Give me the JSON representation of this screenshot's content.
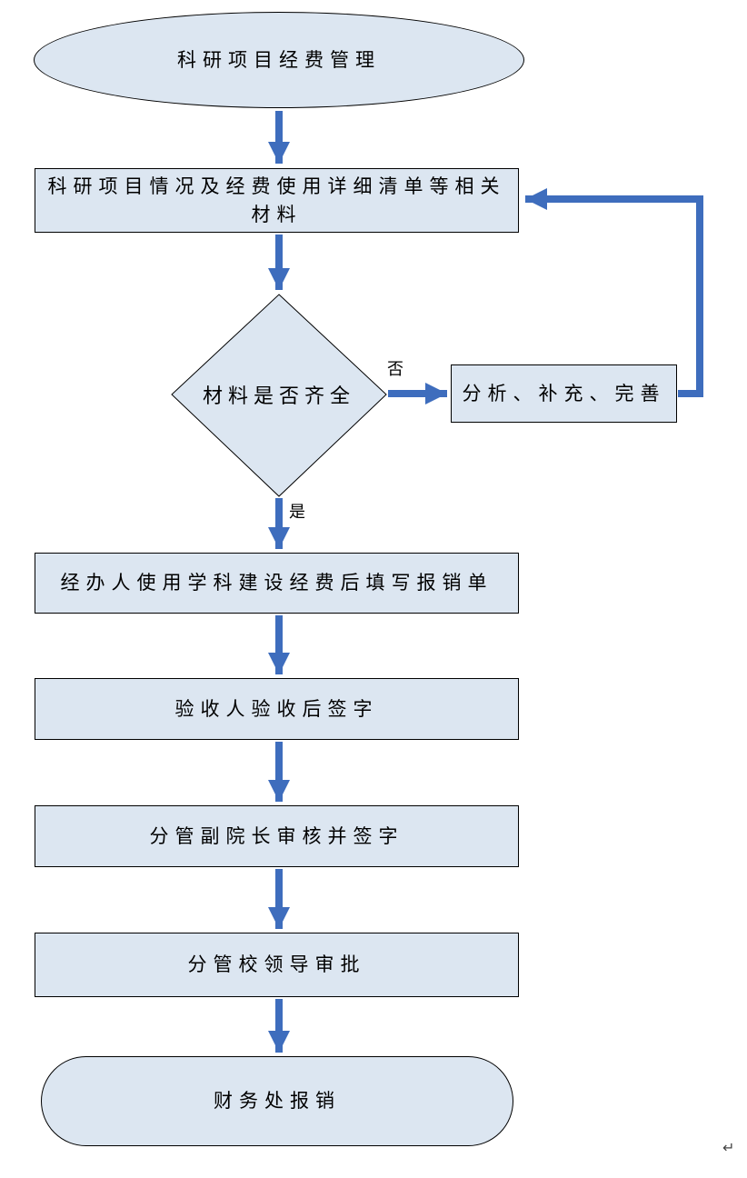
{
  "nodes": {
    "start": {
      "type": "ellipse",
      "label": "科研项目经费管理"
    },
    "materials": {
      "type": "process",
      "label": "科研项目情况及经费使用详细清单等相关材料"
    },
    "decision": {
      "type": "decision",
      "label": "材料是否齐全"
    },
    "fix": {
      "type": "process",
      "label": "分析、补充、完善"
    },
    "fill_form": {
      "type": "process",
      "label": "经办人使用学科建设经费后填写报销单"
    },
    "sign_accept": {
      "type": "process",
      "label": "验收人验收后签字"
    },
    "vice_dean": {
      "type": "process",
      "label": "分管副院长审核并签字"
    },
    "school_leader": {
      "type": "process",
      "label": "分管校领导审批"
    },
    "finance": {
      "type": "terminator",
      "label": "财务处报销"
    }
  },
  "edges": [
    {
      "from": "start",
      "to": "materials",
      "label": ""
    },
    {
      "from": "materials",
      "to": "decision",
      "label": ""
    },
    {
      "from": "decision",
      "to": "fix",
      "label": "否"
    },
    {
      "from": "fix",
      "to": "materials",
      "label": ""
    },
    {
      "from": "decision",
      "to": "fill_form",
      "label": "是"
    },
    {
      "from": "fill_form",
      "to": "sign_accept",
      "label": ""
    },
    {
      "from": "sign_accept",
      "to": "vice_dean",
      "label": ""
    },
    {
      "from": "vice_dean",
      "to": "school_leader",
      "label": ""
    },
    {
      "from": "school_leader",
      "to": "finance",
      "label": ""
    }
  ],
  "colors": {
    "node_fill": "#dce6f1",
    "node_border": "#000000",
    "arrow": "#3e6dbd"
  },
  "paragraph_mark": "↵"
}
